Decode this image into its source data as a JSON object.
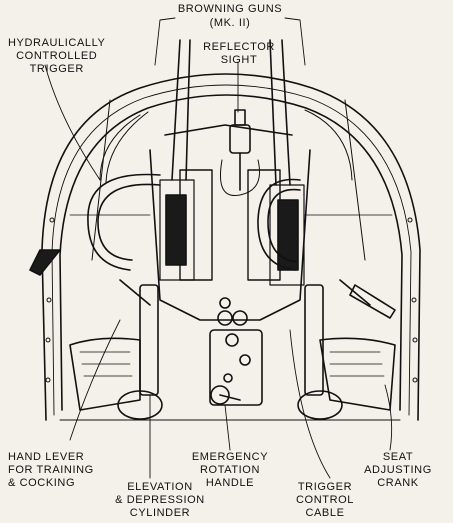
{
  "labels": {
    "browning_guns": {
      "line1": "BROWNING GUNS",
      "line2": "(MK. II)"
    },
    "hydraulic_trigger": {
      "line1": "HYDRAULICALLY",
      "line2": "CONTROLLED",
      "line3": "TRIGGER"
    },
    "reflector_sight": {
      "line1": "REFLECTOR",
      "line2": "SIGHT"
    },
    "hand_lever": {
      "line1": "HAND LEVER",
      "line2": "FOR TRAINING",
      "line3": "& COCKING"
    },
    "elevation_cylinder": {
      "line1": "ELEVATION",
      "line2": "& DEPRESSION",
      "line3": "CYLINDER"
    },
    "emergency_handle": {
      "line1": "EMERGENCY",
      "line2": "ROTATION",
      "line3": "HANDLE"
    },
    "trigger_cable": {
      "line1": "TRIGGER",
      "line2": "CONTROL",
      "line3": "CABLE"
    },
    "seat_crank": {
      "line1": "SEAT",
      "line2": "ADJUSTING",
      "line3": "CRANK"
    }
  },
  "colors": {
    "ink": "#111111",
    "paper": "#f4f1ea",
    "shade": "#1a1a1a"
  }
}
